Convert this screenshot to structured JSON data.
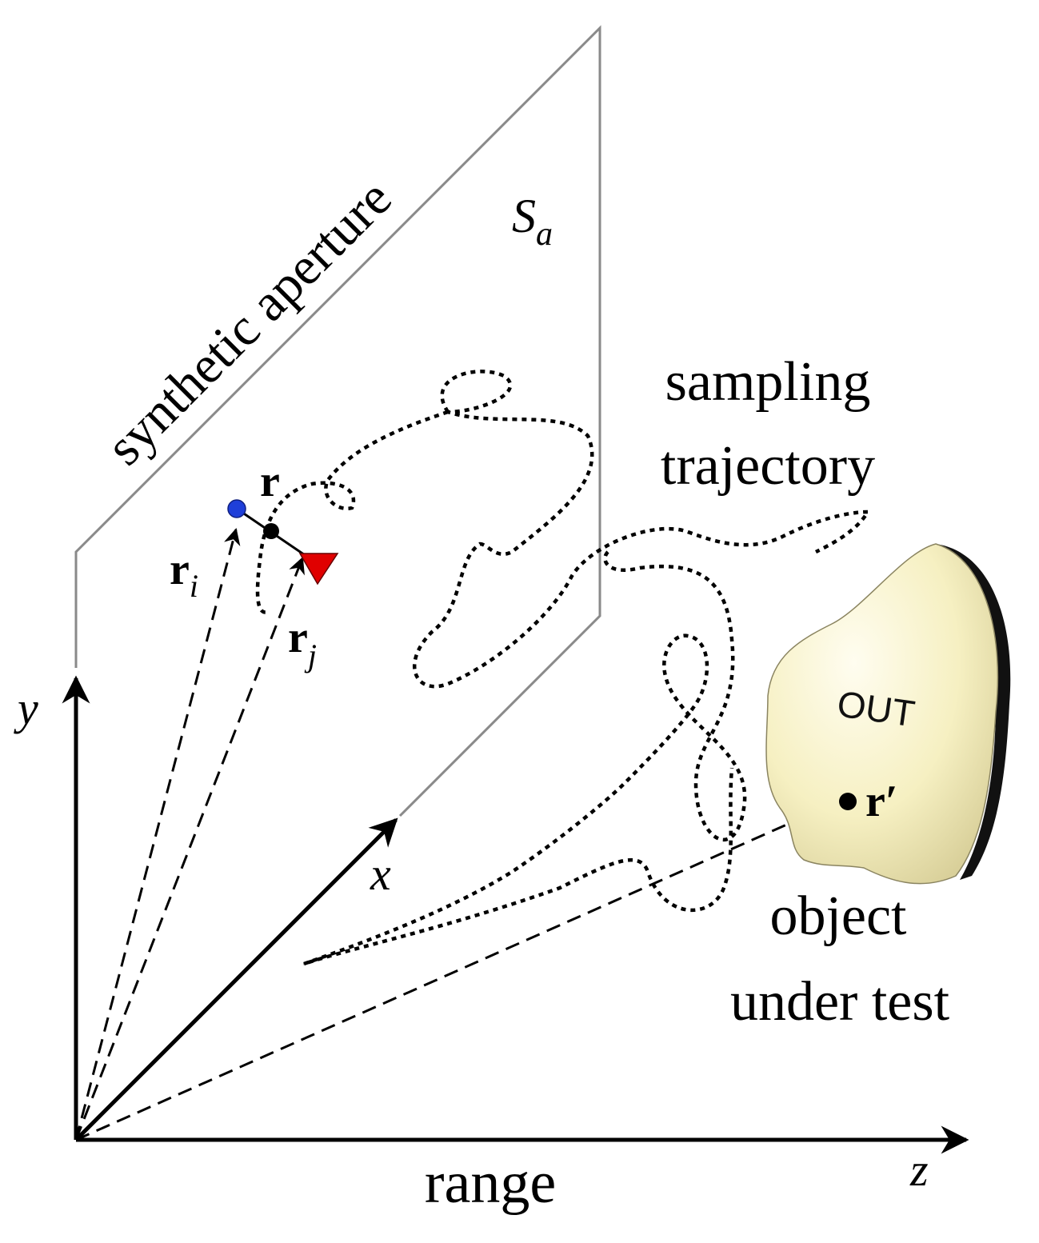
{
  "labels": {
    "synthetic_aperture": "synthetic aperture",
    "sa_symbol": "S",
    "sa_subscript": "a",
    "sampling_line1": "sampling",
    "sampling_line2": "trajectory",
    "r": "r",
    "ri_main": "r",
    "ri_sub": "i",
    "rj_main": "r",
    "rj_sub": "j",
    "y_axis": "y",
    "x_axis": "x",
    "z_axis": "z",
    "range": "range",
    "out": "OUT",
    "r_prime": "r′",
    "object_line1": "object",
    "object_line2": "under test"
  },
  "colors": {
    "plane": "#8a8a8a",
    "axis": "#000000",
    "blue_point": "#1f3fd9",
    "red_marker": "#e00000",
    "object_fill": "#f7f3c8",
    "object_shadow": "#111111"
  }
}
